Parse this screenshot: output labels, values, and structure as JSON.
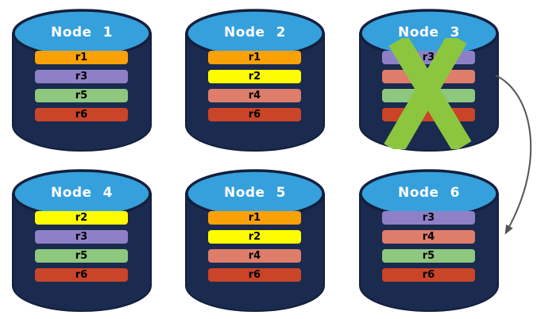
{
  "palette": {
    "r1": "#fba108",
    "r2": "#fdfd00",
    "r3": "#8e80c6",
    "r4": "#de7d6a",
    "r5": "#8ec77e",
    "r6": "#ca4428"
  },
  "colors": {
    "background": "#ffffff",
    "cylinder_body": "#1b2a4f",
    "cylinder_top": "#35a0dc",
    "cylinder_outline": "#131f3c",
    "failure_x": "#8cc63f",
    "arrow": "#555555",
    "title_text": "#ffffff",
    "bar_text": "#000000"
  },
  "arrow": {
    "from": "Node 3",
    "to": "Node 6"
  },
  "nodes": [
    {
      "label": "Node 1",
      "failed": false,
      "replicas": [
        {
          "label": "r1",
          "color": "r1"
        },
        {
          "label": "r3",
          "color": "r3"
        },
        {
          "label": "r5",
          "color": "r5"
        },
        {
          "label": "r6",
          "color": "r6"
        }
      ]
    },
    {
      "label": "Node 2",
      "failed": false,
      "replicas": [
        {
          "label": "r1",
          "color": "r1"
        },
        {
          "label": "r2",
          "color": "r2"
        },
        {
          "label": "r4",
          "color": "r4"
        },
        {
          "label": "r6",
          "color": "r6"
        }
      ]
    },
    {
      "label": "Node 3",
      "failed": true,
      "replicas": [
        {
          "label": "r3",
          "color": "r3"
        },
        {
          "label": "",
          "color": "r4"
        },
        {
          "label": "",
          "color": "r5"
        },
        {
          "label": "",
          "color": "r6"
        }
      ]
    },
    {
      "label": "Node 4",
      "failed": false,
      "replicas": [
        {
          "label": "r2",
          "color": "r2"
        },
        {
          "label": "r3",
          "color": "r3"
        },
        {
          "label": "r5",
          "color": "r5"
        },
        {
          "label": "r6",
          "color": "r6"
        }
      ]
    },
    {
      "label": "Node 5",
      "failed": false,
      "replicas": [
        {
          "label": "r1",
          "color": "r1"
        },
        {
          "label": "r2",
          "color": "r2"
        },
        {
          "label": "r4",
          "color": "r4"
        },
        {
          "label": "r6",
          "color": "r6"
        }
      ]
    },
    {
      "label": "Node 6",
      "failed": false,
      "replicas": [
        {
          "label": "r3",
          "color": "r3"
        },
        {
          "label": "r4",
          "color": "r4"
        },
        {
          "label": "r5",
          "color": "r5"
        },
        {
          "label": "r6",
          "color": "r6"
        }
      ]
    }
  ]
}
